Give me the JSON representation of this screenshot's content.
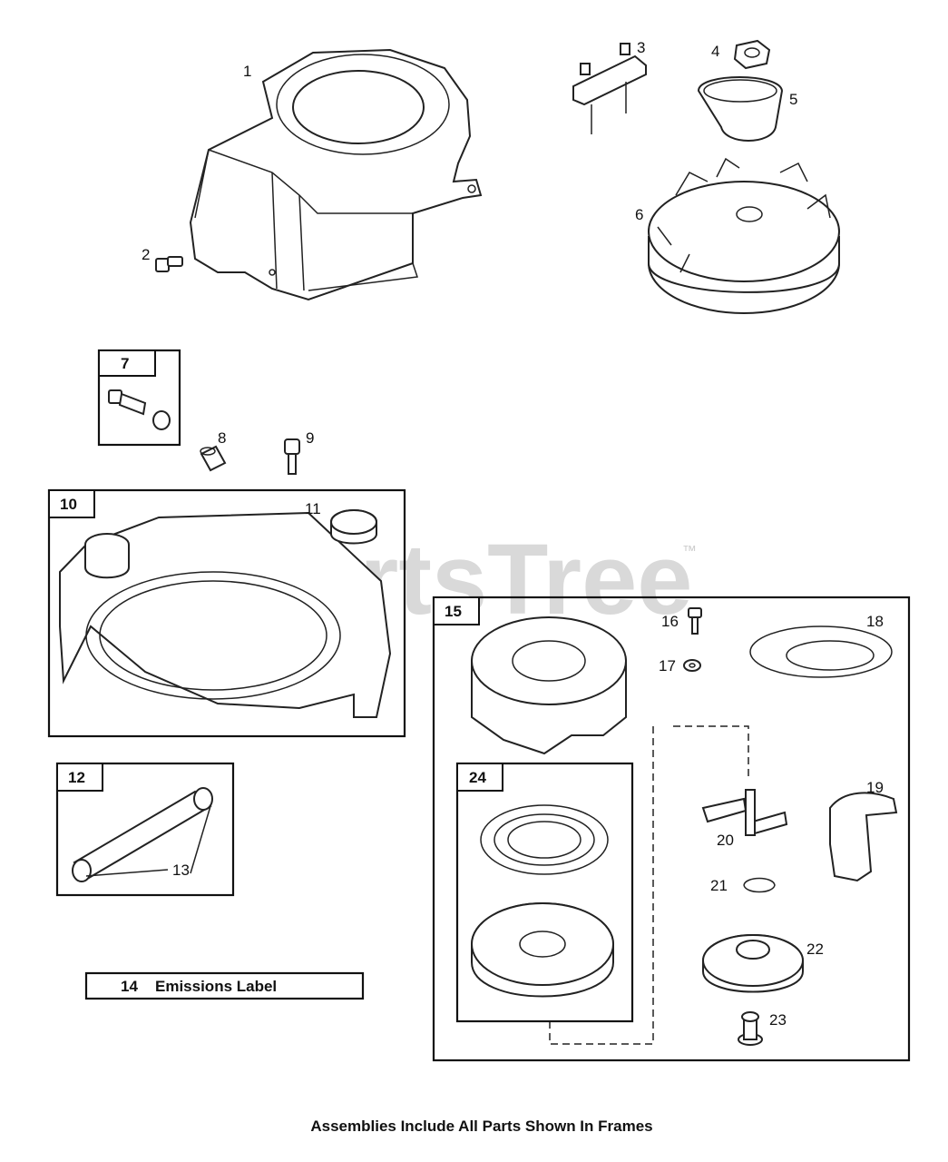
{
  "watermark": {
    "text": "PartsTree",
    "trademark": "™"
  },
  "parts": [
    {
      "ref": "1"
    },
    {
      "ref": "2"
    },
    {
      "ref": "3"
    },
    {
      "ref": "4"
    },
    {
      "ref": "5"
    },
    {
      "ref": "6"
    },
    {
      "ref": "7"
    },
    {
      "ref": "8"
    },
    {
      "ref": "9"
    },
    {
      "ref": "10"
    },
    {
      "ref": "11"
    },
    {
      "ref": "12"
    },
    {
      "ref": "13"
    },
    {
      "ref": "14",
      "name": "Emissions Label"
    },
    {
      "ref": "15"
    },
    {
      "ref": "16"
    },
    {
      "ref": "17"
    },
    {
      "ref": "18"
    },
    {
      "ref": "19"
    },
    {
      "ref": "20"
    },
    {
      "ref": "21"
    },
    {
      "ref": "22"
    },
    {
      "ref": "23"
    },
    {
      "ref": "24"
    }
  ],
  "footer": "Assemblies Include All Parts Shown In Frames"
}
